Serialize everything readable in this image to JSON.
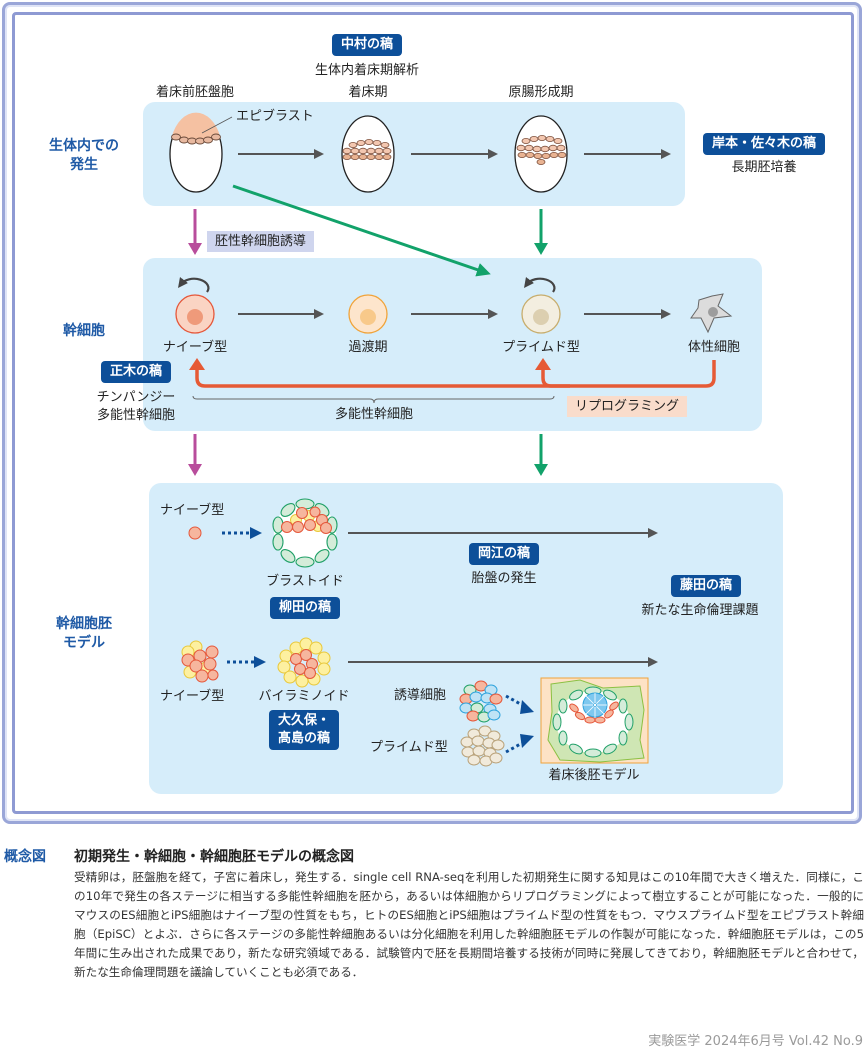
{
  "colors": {
    "panel_bg": "#d6edfa",
    "section_label": "#1f5aa6",
    "tag_bg": "#0d4f99",
    "tag_text": "#ffffff",
    "arrow_gray": "#555555",
    "arrow_magenta": "#b84d9c",
    "arrow_green": "#12a26a",
    "arrow_red": "#e65a35",
    "arrow_dotted_blue": "#0d4f99",
    "induction_label_bg": "#cfd5ee",
    "reprogramming_label_bg": "#f9dccb",
    "frame_border": "#8e9ad3"
  },
  "top_header": {
    "tag": "中村の稿",
    "subtitle": "生体内着床期解析"
  },
  "sections": {
    "in_vivo": "生体内での\n発生",
    "stem_cells": "幹細胞",
    "embryo_models": "幹細胞胚\nモデル"
  },
  "in_vivo": {
    "stages": [
      {
        "label": "着床前胚盤胞",
        "icon": "blastocyst-icon"
      },
      {
        "label": "着床期",
        "icon": "implantation-embryo-icon"
      },
      {
        "label": "原腸形成期",
        "icon": "gastrulation-embryo-icon"
      }
    ],
    "callout": "エピブラスト",
    "right_tag": "岸本・佐々木の稿",
    "right_text": "長期胚培養"
  },
  "induction_label": "胚性幹細胞誘導",
  "stem_cells": {
    "cells": [
      {
        "label": "ナイーブ型",
        "icon": "naive-cell-icon",
        "self_renewal": true
      },
      {
        "label": "過渡期",
        "icon": "formative-cell-icon",
        "self_renewal": false
      },
      {
        "label": "プライムド型",
        "icon": "primed-cell-icon",
        "self_renewal": true
      },
      {
        "label": "体性細胞",
        "icon": "somatic-cell-icon",
        "self_renewal": false
      }
    ],
    "left_tag": "正木の稿",
    "left_text": "チンパンジー\n多能性幹細胞",
    "brace_label": "多能性幹細胞",
    "reprogramming_label": "リプログラミング"
  },
  "models": {
    "row1": {
      "source_label": "ナイーブ型",
      "product_label": "ブラストイド",
      "product_tag": "柳田の稿"
    },
    "row2": {
      "source_label": "ナイーブ型",
      "product_label": "バイラミノイド",
      "product_tag": "大久保・\n髙島の稿"
    },
    "placenta_tag": "岡江の稿",
    "placenta_text": "胎盤の発生",
    "ethics_tag": "藤田の稿",
    "ethics_text": "新たな生命倫理課題",
    "induced_label": "誘導細胞",
    "primed_label": "プライムド型",
    "post_implant_label": "着床後胚モデル"
  },
  "caption": {
    "key": "概念図",
    "title": "初期発生・幹細胞・幹細胞胚モデルの概念図",
    "body": "受精卵は，胚盤胞を経て，子宮に着床し，発生する．single cell RNA-seqを利用した初期発生に関する知見はこの10年間で大きく増えた．同様に，この10年で発生の各ステージに相当する多能性幹細胞を胚から，あるいは体細胞からリプログラミングによって樹立することが可能になった．一般的にマウスのES細胞とiPS細胞はナイーブ型の性質をもち，ヒトのES細胞とiPS細胞はプライムド型の性質をもつ．マウスプライムド型をエピブラスト幹細胞（EpiSC）とよぶ．さらに各ステージの多能性幹細胞あるいは分化細胞を利用した幹細胞胚モデルの作製が可能になった．幹細胞胚モデルは，この5年間に生み出された成果であり，新たな研究領域である．試験管内で胚を長期間培養する技術が同時に発展してきており，幹細胞胚モデルと合わせて，新たな生命倫理問題を議論していくことも必須である．"
  },
  "journal": "実験医学 2024年6月号 Vol.42 No.9"
}
